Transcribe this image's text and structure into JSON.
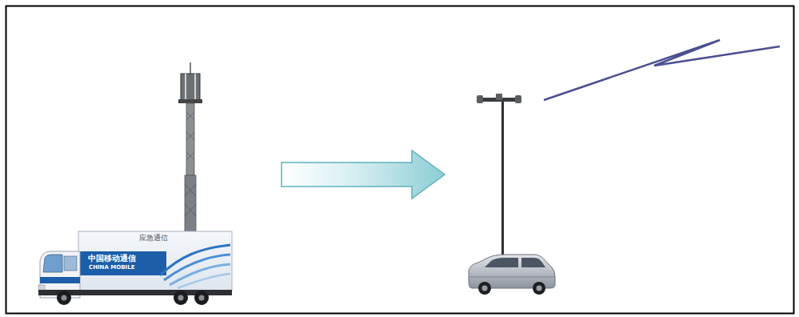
{
  "diagram": {
    "labels": [
      "应急通信",
      "中国移动通信",
      "CHINA MOBILE"
    ]
  }
}
